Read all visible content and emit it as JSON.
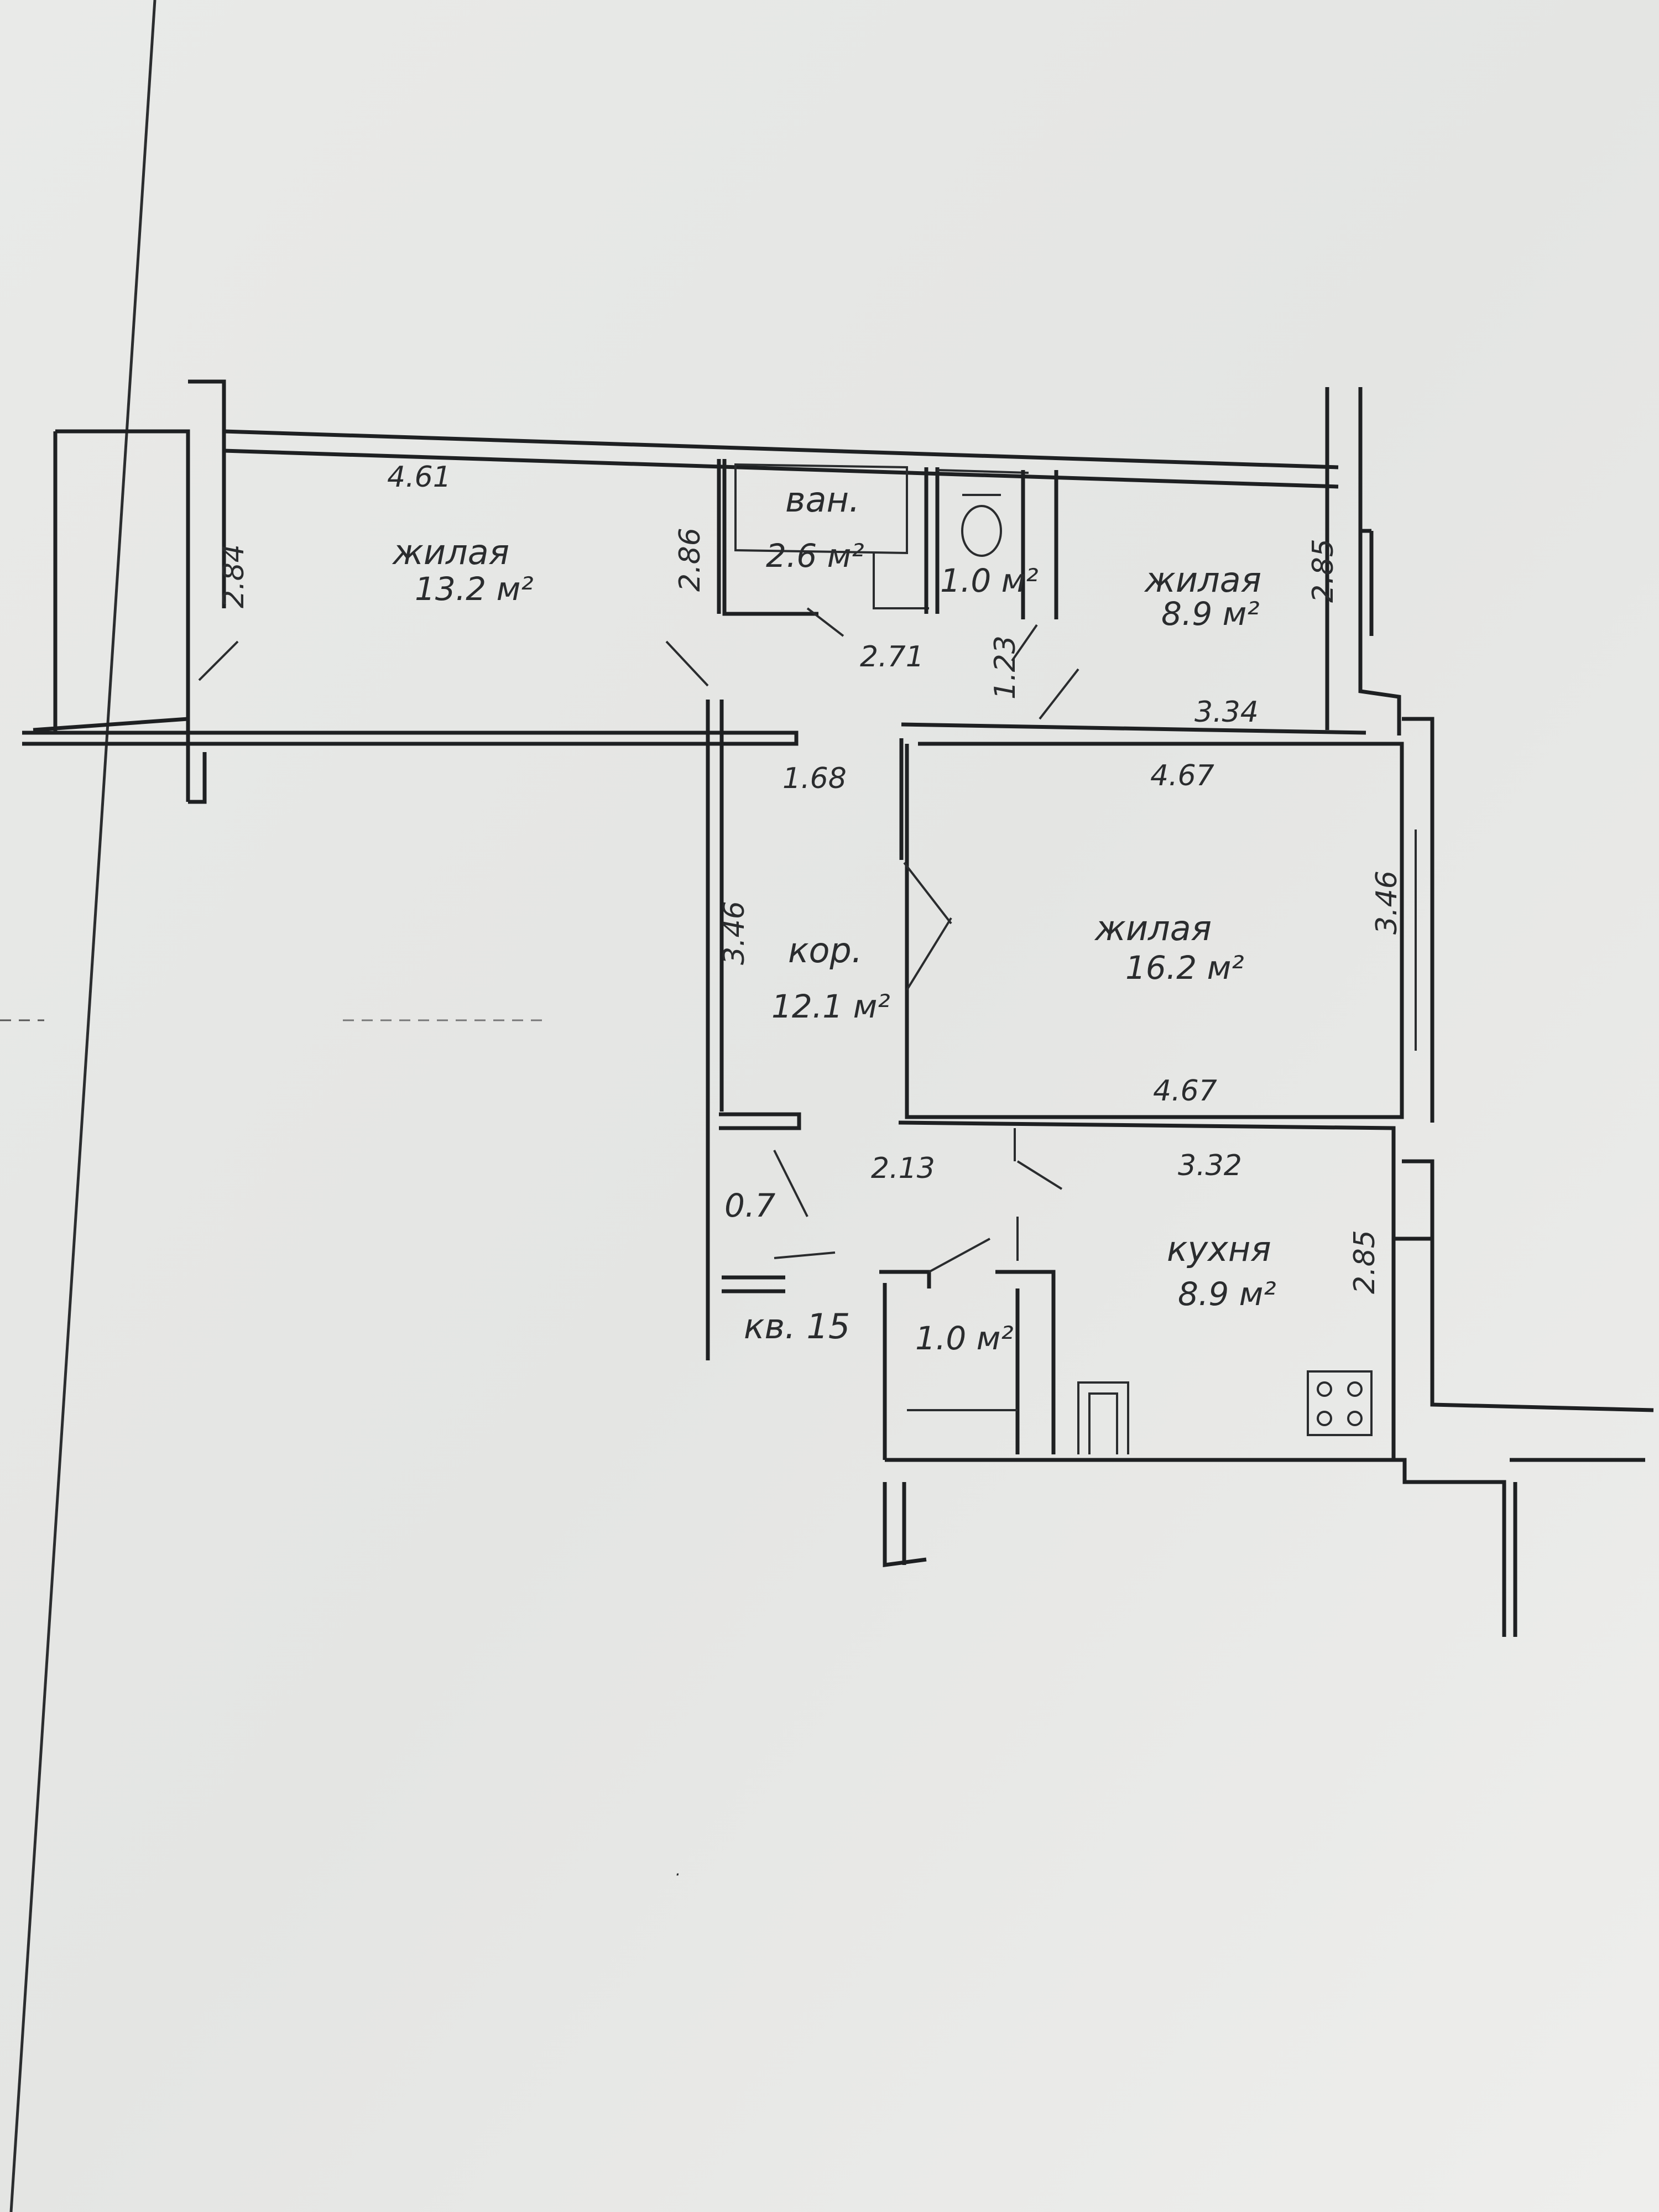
{
  "plan": {
    "apartment_label": "кв. 15",
    "rooms": [
      {
        "id": "living-room-1",
        "name": "жилая",
        "area": "13.2 м²"
      },
      {
        "id": "bathroom",
        "name": "ван.",
        "area": "2.6 м²"
      },
      {
        "id": "toilet",
        "name": "",
        "area": "1.0 м²"
      },
      {
        "id": "living-room-2",
        "name": "жилая",
        "area": "8.9 м²"
      },
      {
        "id": "living-room-3",
        "name": "жилая",
        "area": "16.2 м²"
      },
      {
        "id": "corridor",
        "name": "кор.",
        "area": "12.1 м²"
      },
      {
        "id": "closet-1",
        "name": "",
        "area": "0.7"
      },
      {
        "id": "closet-2",
        "name": "",
        "area": "1.0 м²"
      },
      {
        "id": "kitchen",
        "name": "кухня",
        "area": "8.9 м²"
      }
    ],
    "dimensions": {
      "room1_top": "4.61",
      "room1_left": "2.84",
      "room1_right": "2.86",
      "bath_bottom": "2.71",
      "room2_door": "1.23",
      "room2_right": "2.85",
      "room2_bottom": "3.34",
      "corridor_top": "1.68",
      "corridor_left": "3.46",
      "room3_top": "4.67",
      "room3_right": "3.46",
      "room3_bottom": "4.67",
      "corridor_bottom": "2.13",
      "kitchen_top": "3.32",
      "kitchen_right": "2.85"
    }
  }
}
